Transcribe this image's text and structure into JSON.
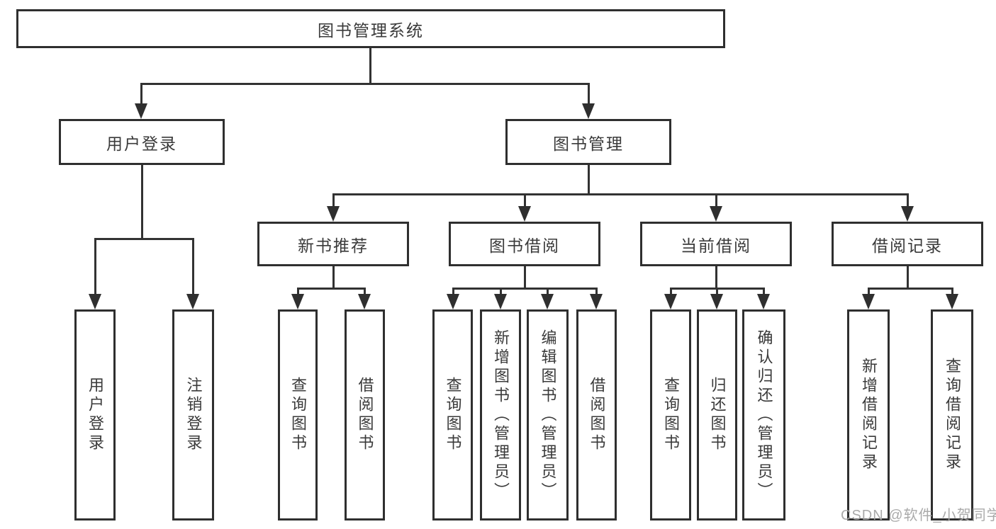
{
  "tree": {
    "label": "图书管理系统",
    "children": [
      {
        "label": "用户登录",
        "children": [
          {
            "label": "用户登录"
          },
          {
            "label": "注销登录"
          }
        ]
      },
      {
        "label": "图书管理",
        "children": [
          {
            "label": "新书推荐",
            "children": [
              {
                "label": "查询图书"
              },
              {
                "label": "借阅图书"
              }
            ]
          },
          {
            "label": "图书借阅",
            "children": [
              {
                "label": "查询图书"
              },
              {
                "label": "新增图书（管理员）"
              },
              {
                "label": "编辑图书（管理员）"
              },
              {
                "label": "借阅图书"
              }
            ]
          },
          {
            "label": "当前借阅",
            "children": [
              {
                "label": "查询图书"
              },
              {
                "label": "归还图书"
              },
              {
                "label": "确认归还（管理员）"
              }
            ]
          },
          {
            "label": "借阅记录",
            "children": [
              {
                "label": "新增借阅记录"
              },
              {
                "label": "查询借阅记录"
              }
            ]
          }
        ]
      }
    ]
  },
  "watermark": {
    "text": "CSDN @软件_小贺同学"
  },
  "colors": {
    "line": "#323232",
    "border": "#2f2f2f",
    "text": "#3a3a3a",
    "watermark": "#a5a5a5",
    "background": "#ffffff"
  }
}
